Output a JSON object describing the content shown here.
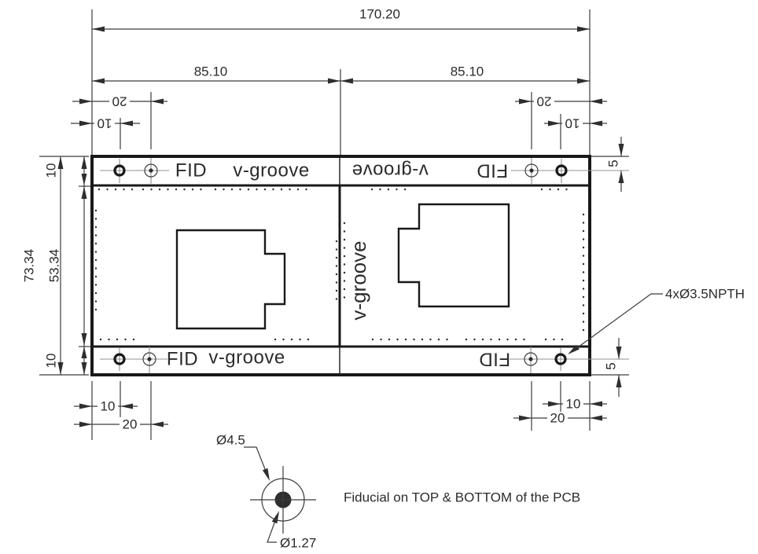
{
  "drawing": {
    "type": "pcb-panel-dimension-drawing",
    "colors": {
      "background": "#ffffff",
      "outline": "#191919",
      "dim_lines": "#3c3c3c",
      "crosshair": "#909090",
      "text": "#2b2b2b"
    },
    "dims": {
      "total_width": "170.20",
      "half_width": "85.10",
      "panel_height": "73.34",
      "inner_height": "53.34",
      "rail_height": "10",
      "fid_offset": "20",
      "hole_offset": "10",
      "hole_edge_offset": "5"
    },
    "labels": {
      "fid": "FID",
      "v_groove": "v-groove",
      "npth_callout": "4xØ3.5NPTH",
      "fid_outer_dia": "Ø4.5",
      "fid_dot_dia": "Ø1.27",
      "fiducial_note": "Fiducial on TOP & BOTTOM of the PCB"
    }
  }
}
